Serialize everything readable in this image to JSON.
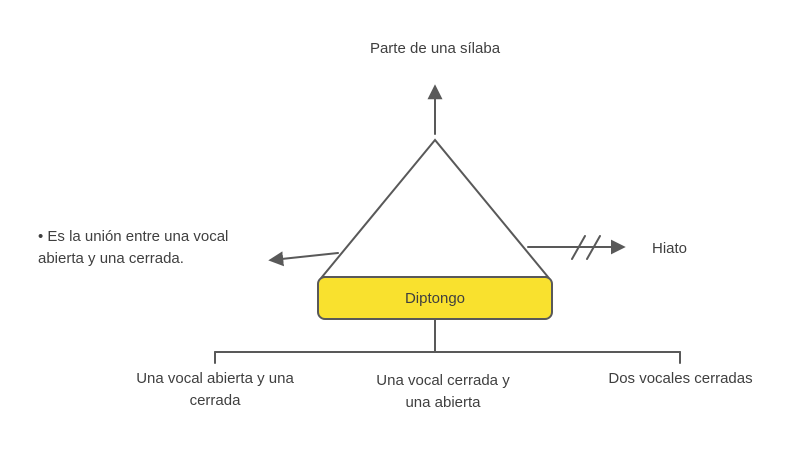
{
  "diagram": {
    "top_label": "Parte de una sílaba",
    "center_shape_label": "Diptongo",
    "left_note": "• Es la unión entre una vocal abierta y una cerrada.",
    "right_label": "Hiato",
    "bottom_labels": [
      "Una vocal abierta y una cerrada",
      "Una vocal cerrada y una abierta",
      "Dos vocales cerradas"
    ],
    "colors": {
      "line": "#595959",
      "text": "#3f3f3f",
      "diptongo_fill": "#f9e12e"
    }
  }
}
